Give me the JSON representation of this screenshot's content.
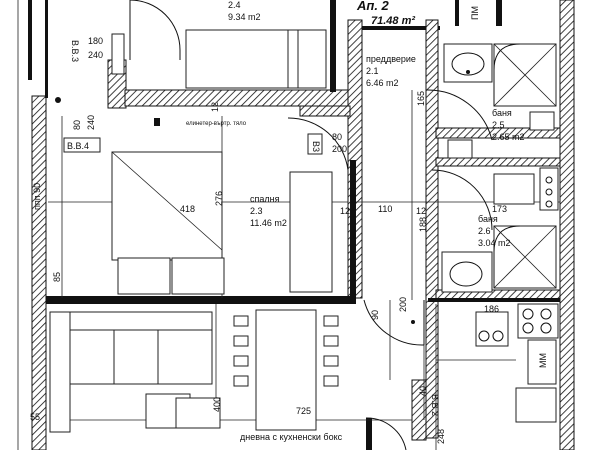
{
  "apartment": {
    "title": "Ап. 2",
    "area": "71.48 m²"
  },
  "rooms": {
    "r24": {
      "number": "2.4",
      "area": "9.34 m2"
    },
    "hall": {
      "name": "преддверие",
      "number": "2.1",
      "area": "6.46 m2"
    },
    "bath1": {
      "name": "баня",
      "number": "2.5",
      "area": "2.65 m2"
    },
    "bedroom": {
      "name": "спалня",
      "number": "2.3",
      "area": "11.46 m2"
    },
    "bath2": {
      "name": "баня",
      "number": "2.6",
      "area": "3.04 m2"
    },
    "living": {
      "name": "дневна с кухненски бокс"
    }
  },
  "labels": {
    "pm": "ПМ",
    "vv3": "В.В.3",
    "vv4": "В.В.4",
    "vb2": "В.В.2",
    "vb3": "В3",
    "mm": "ММ",
    "shaft": "елинетер-въртр. тяло",
    "ptp90": "ппп 90"
  },
  "dimensions": {
    "d180": "180",
    "d240a": "240",
    "d80": "80",
    "d240b": "240",
    "d418": "418",
    "d276": "276",
    "d110": "110",
    "d173": "173",
    "d12a": "12",
    "d12b": "12",
    "d12c": "12",
    "d165": "165",
    "d188": "188",
    "d80b": "80",
    "d200": "200",
    "d90": "90",
    "d200b": "200",
    "d186": "186",
    "d725": "725",
    "d400": "400",
    "d85": "85",
    "d55": "55",
    "d40": "40",
    "d248": "248"
  }
}
